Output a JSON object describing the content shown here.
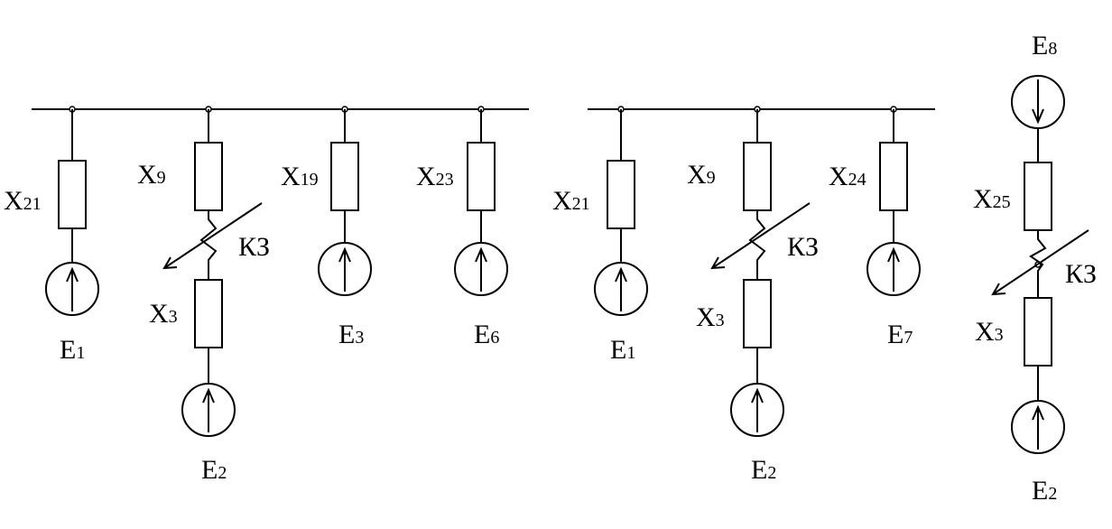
{
  "diagrams": [
    {
      "reactances": [
        {
          "letter": "X",
          "sub": "21"
        },
        {
          "letter": "X",
          "sub": "9"
        },
        {
          "letter": "X",
          "sub": "19"
        },
        {
          "letter": "X",
          "sub": "23"
        },
        {
          "letter": "X",
          "sub": "3"
        }
      ],
      "sources": [
        {
          "letter": "E",
          "sub": "1"
        },
        {
          "letter": "E",
          "sub": "2"
        },
        {
          "letter": "E",
          "sub": "3"
        },
        {
          "letter": "E",
          "sub": "6"
        }
      ],
      "fault": "КЗ"
    },
    {
      "reactances": [
        {
          "letter": "X",
          "sub": "21"
        },
        {
          "letter": "X",
          "sub": "9"
        },
        {
          "letter": "X",
          "sub": "24"
        },
        {
          "letter": "X",
          "sub": "3"
        }
      ],
      "sources": [
        {
          "letter": "E",
          "sub": "1"
        },
        {
          "letter": "E",
          "sub": "2"
        },
        {
          "letter": "E",
          "sub": "7"
        }
      ],
      "fault": "КЗ"
    },
    {
      "reactances": [
        {
          "letter": "X",
          "sub": "25"
        },
        {
          "letter": "X",
          "sub": "3"
        }
      ],
      "sources": [
        {
          "letter": "E",
          "sub": "8"
        },
        {
          "letter": "E",
          "sub": "2"
        }
      ],
      "fault": "КЗ"
    }
  ]
}
